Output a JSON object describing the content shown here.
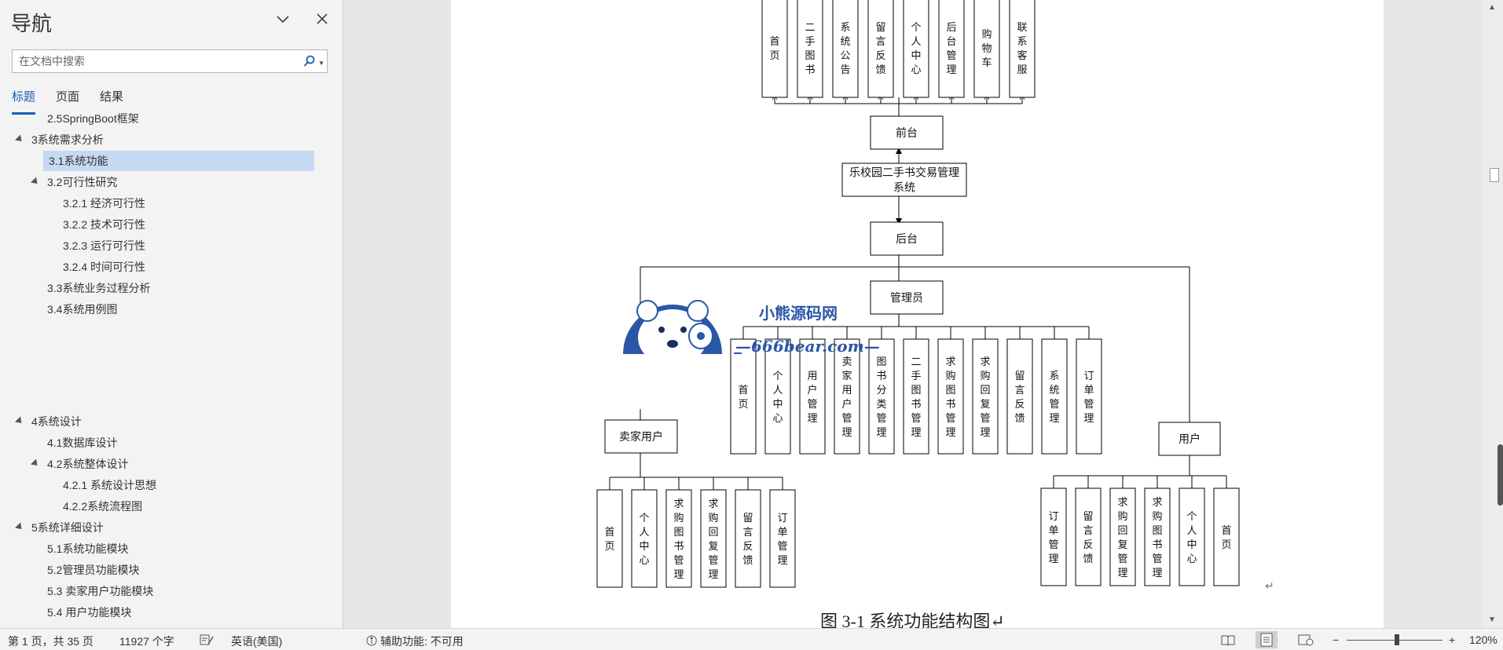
{
  "nav": {
    "title": "导航",
    "search_placeholder": "在文档中搜索",
    "tabs": [
      "标题",
      "页面",
      "结果"
    ],
    "outline": [
      {
        "label": "2.5SpringBoot框架",
        "level": 2,
        "expanded": null,
        "selected": false
      },
      {
        "label": "3系统需求分析",
        "level": 1,
        "expanded": true,
        "selected": false
      },
      {
        "label": "3.1系统功能",
        "level": 2,
        "expanded": null,
        "selected": true
      },
      {
        "label": "3.2可行性研究",
        "level": 2,
        "expanded": true,
        "selected": false
      },
      {
        "label": "3.2.1 经济可行性",
        "level": 3,
        "expanded": null,
        "selected": false
      },
      {
        "label": "3.2.2 技术可行性",
        "level": 3,
        "expanded": null,
        "selected": false
      },
      {
        "label": "3.2.3 运行可行性",
        "level": 3,
        "expanded": null,
        "selected": false
      },
      {
        "label": "3.2.4 时间可行性",
        "level": 3,
        "expanded": null,
        "selected": false
      },
      {
        "label": "3.3系统业务过程分析",
        "level": 2,
        "expanded": null,
        "selected": false
      },
      {
        "label": "3.4系统用例图",
        "level": 2,
        "expanded": null,
        "selected": false
      },
      {
        "label": "4系统设计",
        "level": 1,
        "expanded": true,
        "selected": false
      },
      {
        "label": "4.1数据库设计",
        "level": 2,
        "expanded": null,
        "selected": false
      },
      {
        "label": "4.2系统整体设计",
        "level": 2,
        "expanded": true,
        "selected": false
      },
      {
        "label": "4.2.1 系统设计思想",
        "level": 3,
        "expanded": null,
        "selected": false
      },
      {
        "label": "4.2.2系统流程图",
        "level": 3,
        "expanded": null,
        "selected": false
      },
      {
        "label": "5系统详细设计",
        "level": 1,
        "expanded": true,
        "selected": false
      },
      {
        "label": "5.1系统功能模块",
        "level": 2,
        "expanded": null,
        "selected": false
      },
      {
        "label": "5.2管理员功能模块",
        "level": 2,
        "expanded": null,
        "selected": false
      },
      {
        "label": "5.3 卖家用户功能模块",
        "level": 2,
        "expanded": null,
        "selected": false
      },
      {
        "label": "5.4 用户功能模块",
        "level": 2,
        "expanded": null,
        "selected": false
      }
    ]
  },
  "diagram": {
    "root": "乐校园二手书交易管理系统",
    "frontend": "前台",
    "backend": "后台",
    "frontend_items": [
      "首页",
      "二手图书",
      "系统公告",
      "留言反馈",
      "个人中心",
      "后台管理",
      "购物车",
      "联系客服"
    ],
    "admin": "管理员",
    "admin_items": [
      "首页",
      "个人中心",
      "用户管理",
      "卖家用户管理",
      "图书分类管理",
      "二手图书管理",
      "求购图书管理",
      "求购回复管理",
      "留言反馈",
      "系统管理",
      "订单管理"
    ],
    "seller": "卖家用户",
    "seller_items": [
      "首页",
      "个人中心",
      "求购图书管理",
      "求购回复管理",
      "留言反馈",
      "订单管理"
    ],
    "user": "用户",
    "user_items": [
      "订单管理",
      "留言反馈",
      "求购回复管理",
      "求购图书管理",
      "个人中心",
      "首页"
    ],
    "watermark_text": "小熊源码网",
    "watermark_url": "—666bear.com—",
    "caption": "图 3-1 系统功能结构图↵"
  },
  "status": {
    "page": "第 1 页，共 35 页",
    "words": "11927 个字",
    "language": "英语(美国)",
    "accessibility": "辅助功能: 不可用",
    "zoom": "120%",
    "zoom_minus": "−",
    "zoom_plus": "+"
  },
  "colors": {
    "accent": "#1a5fb4",
    "selected": "#c6d9f3",
    "watermark": "#2a56a8"
  }
}
